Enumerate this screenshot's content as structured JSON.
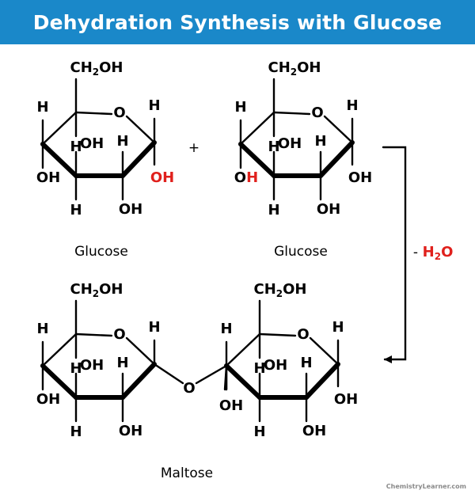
{
  "title": "Dehydration Synthesis with Glucose",
  "labels": {
    "ch2oh": "CH2OH",
    "h": "H",
    "oh": "OH",
    "o": "O",
    "plus": "+",
    "minus": "-",
    "water": "H2O"
  },
  "molecules": {
    "glucose_1": "Glucose",
    "glucose_2": "Glucose",
    "product": "Maltose"
  },
  "credit": "ChemistryLearner.com",
  "colors": {
    "banner": "#1a88c9",
    "highlight": "#e0201c",
    "text": "#000000",
    "credit": "#8a8a8a"
  }
}
